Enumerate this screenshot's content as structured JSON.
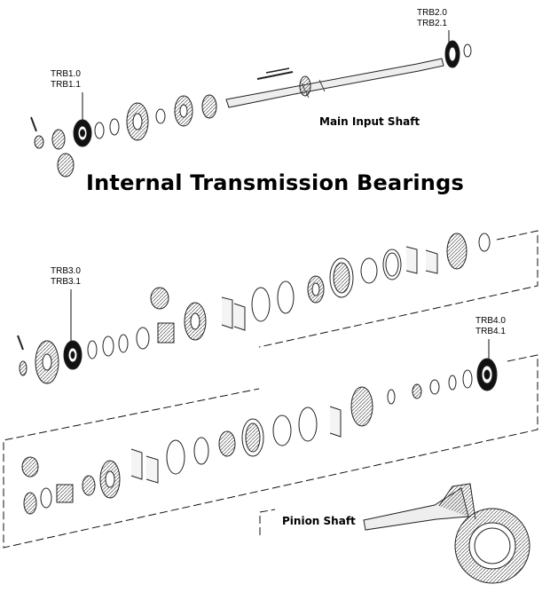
{
  "title": "Internal Transmission Bearings",
  "captions": {
    "main_input_shaft": "Main Input Shaft",
    "pinion_shaft": "Pinion Shaft"
  },
  "bearings": [
    {
      "id": "trb1",
      "lines": [
        "TRB1.0",
        "TRB1.1"
      ]
    },
    {
      "id": "trb2",
      "lines": [
        "TRB2.0",
        "TRB2.1"
      ]
    },
    {
      "id": "trb3",
      "lines": [
        "TRB3.0",
        "TRB3.1"
      ]
    },
    {
      "id": "trb4",
      "lines": [
        "TRB4.0",
        "TRB4.1"
      ]
    }
  ]
}
